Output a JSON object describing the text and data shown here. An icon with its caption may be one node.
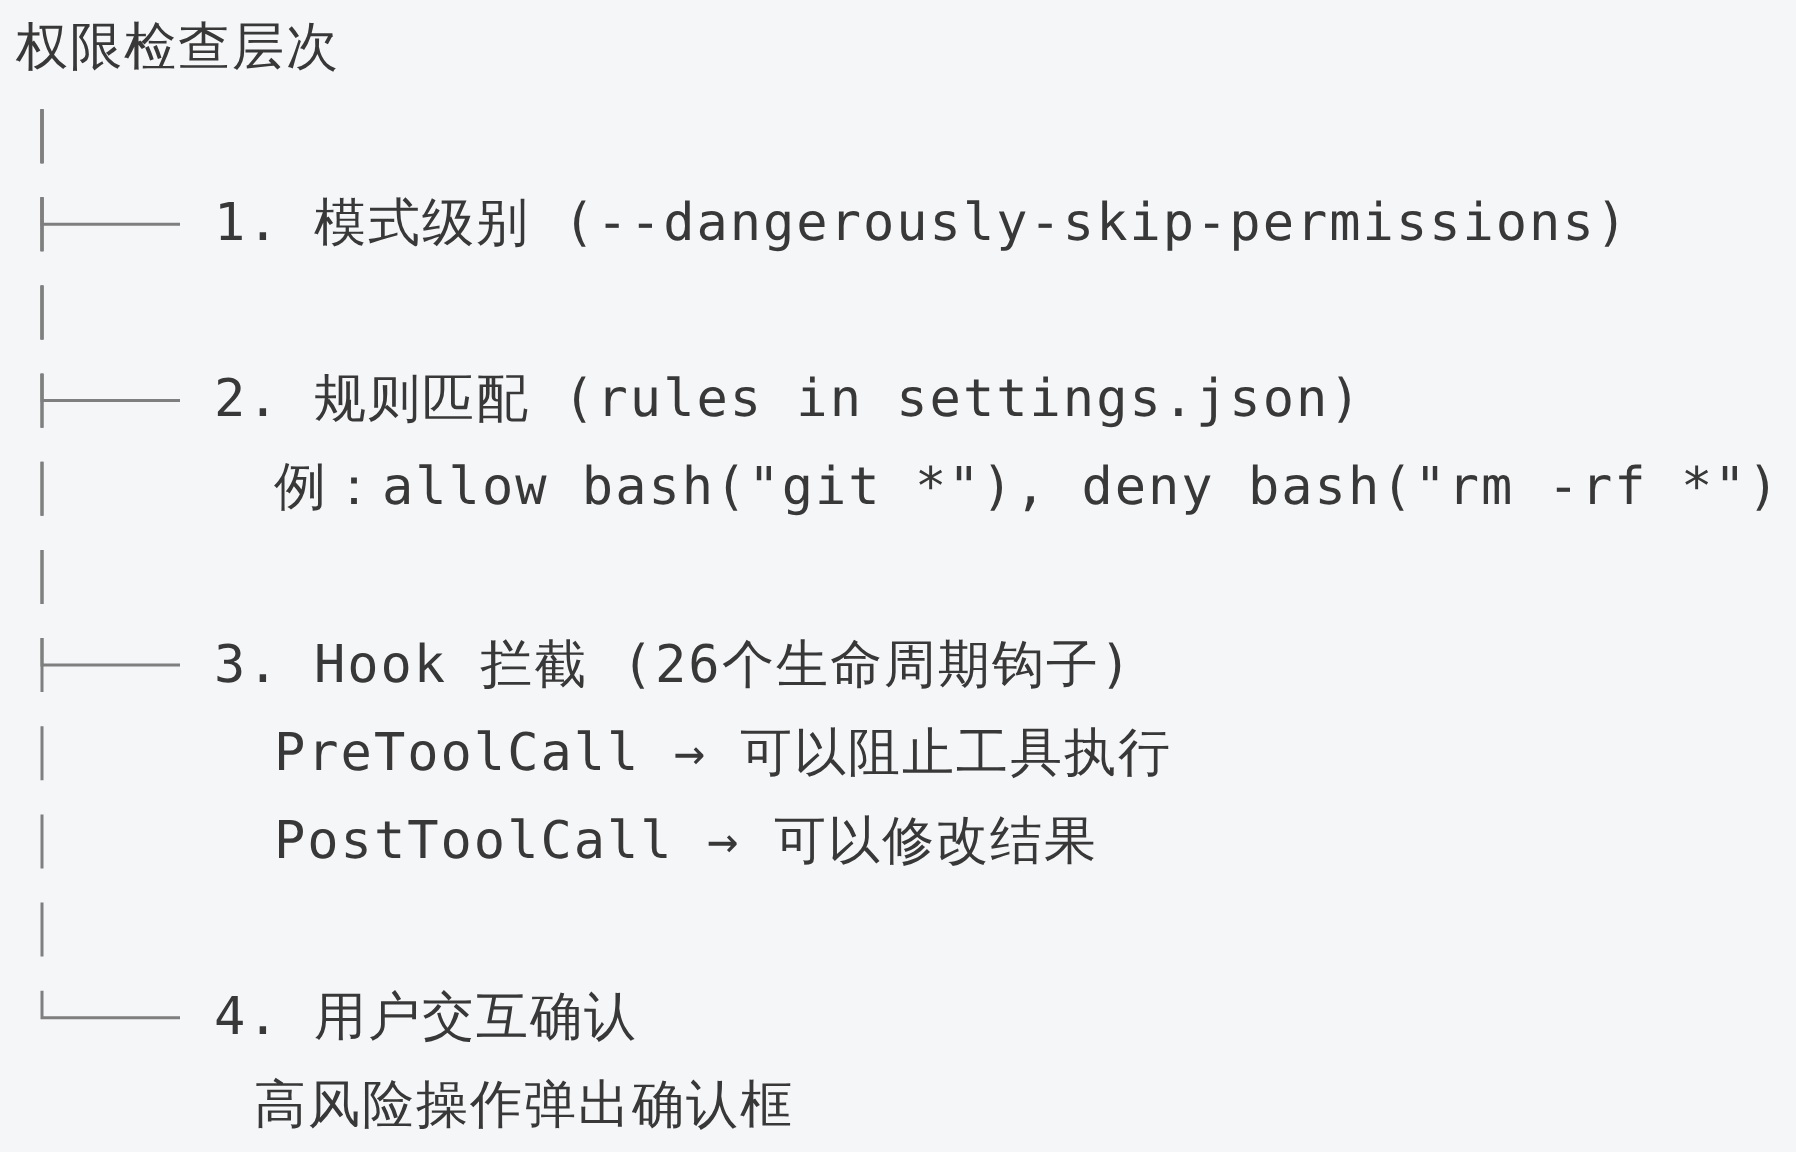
{
  "diagram": {
    "nodes": [
      {
        "text": [
          "权限检查层次"
        ]
      },
      {
        "text": [
          "1. 模式级别 (--dangerously-skip-permissions)"
        ]
      },
      {
        "text": [
          "2. 规则匹配 (rules in settings.json)"
        ],
        "beside": [
          "例：allow bash(\"git *\"), deny bash(\"rm -rf *\")"
        ]
      },
      {
        "text": [
          "3. Hook 拦截 (26个生命周期钩子)"
        ],
        "beside": [
          "PreToolCall → 可以阻止工具执行",
          "PostToolCall → 可以修改结果"
        ]
      },
      {
        "text": [
          "4. 用户交互确认"
        ],
        "beside": [
          "高风险操作弹出确认框"
        ]
      }
    ],
    "edges": [
      {
        "from": 0,
        "to": 1,
        "arrow": "none"
      },
      {
        "from": 0,
        "to": 2,
        "arrow": "none"
      },
      {
        "from": 0,
        "to": 3,
        "arrow": "none"
      },
      {
        "from": 0,
        "to": 4,
        "arrow": "none"
      }
    ]
  }
}
